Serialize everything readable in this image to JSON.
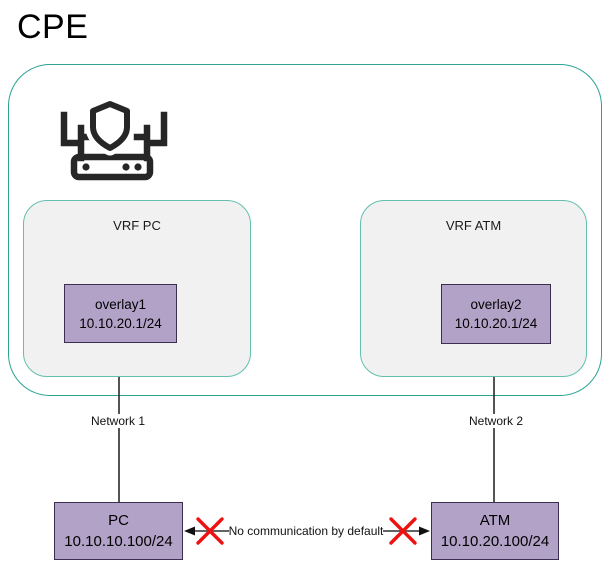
{
  "title": "CPE",
  "cpe": {
    "icon": "secure-router-icon",
    "vrfs": [
      {
        "label": "VRF PC",
        "interface": {
          "name": "overlay1",
          "ip": "10.10.20.1/24"
        }
      },
      {
        "label": "VRF ATM",
        "interface": {
          "name": "overlay2",
          "ip": "10.10.20.1/24"
        }
      }
    ]
  },
  "links": [
    {
      "label": "Network 1"
    },
    {
      "label": "Network 2"
    }
  ],
  "hosts": [
    {
      "name": "PC",
      "ip": "10.10.10.100/24"
    },
    {
      "name": "ATM",
      "ip": "10.10.20.100/24"
    }
  ],
  "no_comm": {
    "label": "No communication by default"
  },
  "colors": {
    "outer_border": "#2aa392",
    "vrf_border": "#63bfae",
    "vrf_fill": "#f1f1f1",
    "node_fill": "#b2a2c7",
    "node_border": "#3b2e4f",
    "icon": "#262626",
    "red_x": "#ee1111",
    "connector": "#1c1c1c",
    "arrow_line": "#4d4d4d"
  }
}
